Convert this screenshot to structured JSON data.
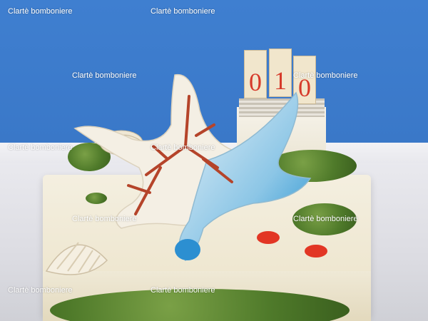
{
  "image": {
    "counter_digits": [
      "0",
      "1",
      "0"
    ],
    "watermark_text": "Clartè bomboniere",
    "colors": {
      "sky": "#3f7fd0",
      "foam_base": "#f1ebd8",
      "moss": "#4f7a2a",
      "coral": "#b5442a",
      "fish_blue": "#1f8fcf",
      "digit_red": "#d63a2a"
    }
  }
}
